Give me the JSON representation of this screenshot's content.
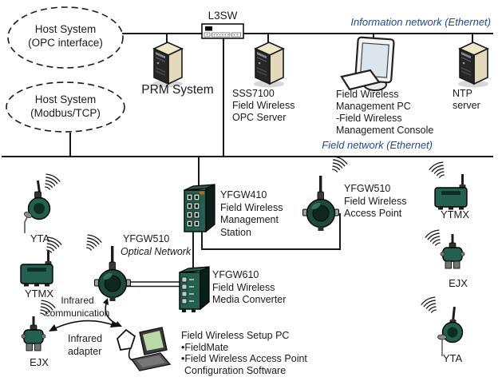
{
  "colors": {
    "network_label": "#1b4a9b",
    "device_green": "#23604f",
    "line": "#1a1a1a"
  },
  "networks": {
    "information": "Information network (Ethernet)",
    "field": "Field network (Ethernet)"
  },
  "hosts": {
    "opc": [
      "Host System",
      "(OPC interface)"
    ],
    "modbus": [
      "Host System",
      "(Modbus/TCP)"
    ]
  },
  "switch": {
    "label": "L3SW"
  },
  "servers": {
    "prm": "PRM System",
    "sss7100": [
      "SSS7100",
      "Field Wireless",
      "OPC Server"
    ],
    "mgmt_pc": [
      "Field Wireless",
      "Management PC",
      "-Field Wireless",
      "Management Console"
    ],
    "ntp": [
      "NTP",
      "server"
    ]
  },
  "field": {
    "yfgw410": [
      "YFGW410",
      "Field Wireless",
      "Management",
      "Station"
    ],
    "yfgw510_ap": [
      "YFGW510",
      "Field Wireless",
      "Access Point"
    ],
    "yfgw510_optical": {
      "model": "YFGW510",
      "note": "Optical Network"
    },
    "yfgw610": [
      "YFGW610",
      "Field Wireless",
      "Media Converter"
    ],
    "setup_pc": [
      "Field Wireless Setup PC",
      "•FieldMate",
      "•Field Wireless Access Point",
      "Configuration Software"
    ],
    "infrared_communication": [
      "Infrared",
      "communication"
    ],
    "infrared_adapter": [
      "Infrared",
      "adapter"
    ],
    "left_devices": [
      "YTA",
      "YTMX",
      "EJX"
    ],
    "right_devices": [
      "YTMX",
      "EJX",
      "YTA"
    ]
  }
}
